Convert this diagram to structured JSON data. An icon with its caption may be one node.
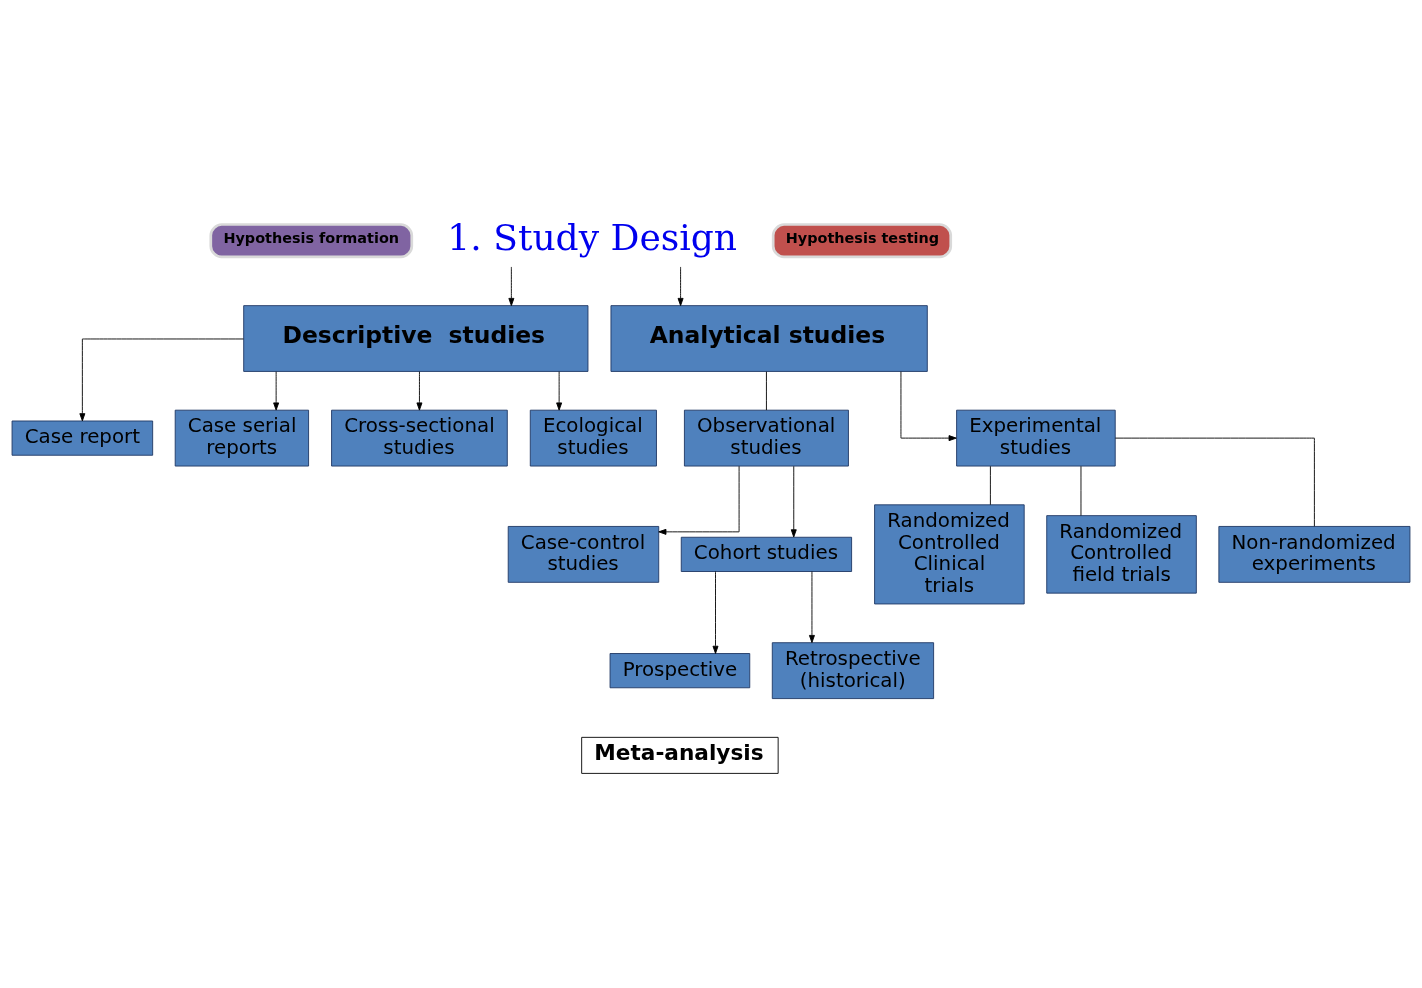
{
  "diagram": {
    "nodes": [
      {
        "text": [
          "1. Study Design"
        ]
      },
      {
        "text": [
          "Hypothesis formation"
        ]
      },
      {
        "text": [
          "Hypothesis testing"
        ]
      },
      {
        "text": [
          "Descriptive  studies"
        ]
      },
      {
        "text": [
          "Analytical studies"
        ]
      },
      {
        "text": [
          "Case report"
        ]
      },
      {
        "text": [
          "Case serial reports"
        ]
      },
      {
        "text": [
          "Cross-sectional studies"
        ]
      },
      {
        "text": [
          "Ecological studies"
        ]
      },
      {
        "text": [
          "Observational studies"
        ]
      },
      {
        "text": [
          "Experimental studies"
        ]
      },
      {
        "text": [
          "Case-control studies"
        ]
      },
      {
        "text": [
          "Cohort studies"
        ]
      },
      {
        "text": [
          "Prospective"
        ]
      },
      {
        "text": [
          "Retrospective (historical)"
        ]
      },
      {
        "text": [
          "Randomized Controlled Clinical trials"
        ]
      },
      {
        "text": [
          "Randomized Controlled field trials"
        ]
      },
      {
        "text": [
          "Non-randomized experiments"
        ]
      },
      {
        "text": [
          "Meta-analysis"
        ]
      }
    ],
    "edges": [
      {
        "from": 0,
        "to": 3,
        "arrow": "to"
      },
      {
        "from": 0,
        "to": 4,
        "arrow": "to"
      },
      {
        "from": 3,
        "to": 5,
        "arrow": "to"
      },
      {
        "from": 3,
        "to": 6,
        "arrow": "to"
      },
      {
        "from": 3,
        "to": 7,
        "arrow": "to"
      },
      {
        "from": 3,
        "to": 8,
        "arrow": "to"
      },
      {
        "from": 4,
        "to": 9,
        "arrow": "none"
      },
      {
        "from": 4,
        "to": 10,
        "arrow": "to"
      },
      {
        "from": 9,
        "to": 11,
        "arrow": "to"
      },
      {
        "from": 9,
        "to": 12,
        "arrow": "to"
      },
      {
        "from": 12,
        "to": 13,
        "arrow": "to"
      },
      {
        "from": 12,
        "to": 14,
        "arrow": "to"
      },
      {
        "from": 10,
        "to": 15,
        "arrow": "none"
      },
      {
        "from": 10,
        "to": 16,
        "arrow": "none"
      },
      {
        "from": 10,
        "to": 17,
        "arrow": "none"
      }
    ]
  }
}
